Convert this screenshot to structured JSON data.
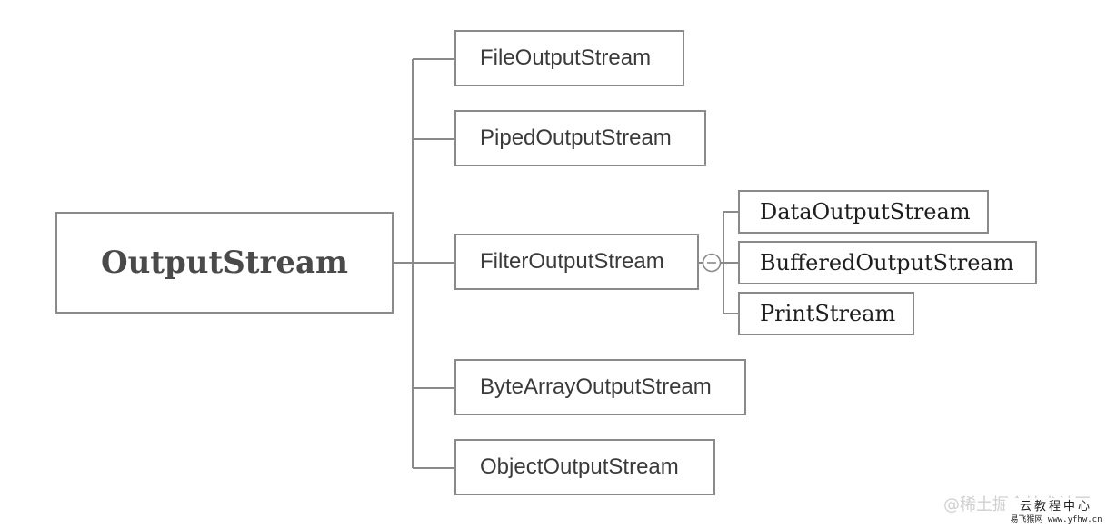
{
  "diagram": {
    "root": {
      "label": "OutputStream"
    },
    "children": [
      {
        "label": "FileOutputStream"
      },
      {
        "label": "PipedOutputStream"
      },
      {
        "label": "FilterOutputStream",
        "collapse_icon": "minus-circle-icon",
        "children": [
          {
            "label": "DataOutputStream"
          },
          {
            "label": "BufferedOutputStream"
          },
          {
            "label": "PrintStream"
          }
        ]
      },
      {
        "label": "ByteArrayOutputStream"
      },
      {
        "label": "ObjectOutputStream"
      }
    ]
  },
  "watermark": {
    "text": "@稀土掘金技术社区"
  },
  "brand": {
    "title": "云教程中心",
    "url": "易飞猴网 www.yfhw.cn"
  },
  "colors": {
    "node_border": "#8a8a8a",
    "connector": "#8a8a8a",
    "text": "#3a3a3a",
    "background": "#ffffff"
  }
}
